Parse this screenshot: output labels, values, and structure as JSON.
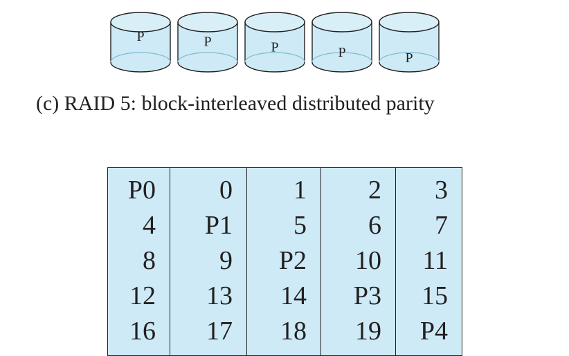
{
  "disks": [
    {
      "label": "P",
      "parity_position": 0.4
    },
    {
      "label": "P",
      "parity_position": 0.55
    },
    {
      "label": "P",
      "parity_position": 0.7
    },
    {
      "label": "P",
      "parity_position": 0.85
    },
    {
      "label": "P",
      "parity_position": 1.0
    }
  ],
  "caption": "(c) RAID 5: block-interleaved distributed parity",
  "block_table": {
    "columns": [
      [
        "P0",
        "4",
        "8",
        "12",
        "16"
      ],
      [
        "0",
        "P1",
        "9",
        "13",
        "17"
      ],
      [
        "1",
        "5",
        "P2",
        "14",
        "18"
      ],
      [
        "2",
        "6",
        "10",
        "P3",
        "19"
      ],
      [
        "3",
        "7",
        "11",
        "15",
        "P4"
      ]
    ]
  },
  "colors": {
    "disk_fill": "#cdeaf6",
    "disk_stroke": "#231f20",
    "table_fill": "#cdeaf6",
    "line": "#231f20"
  }
}
